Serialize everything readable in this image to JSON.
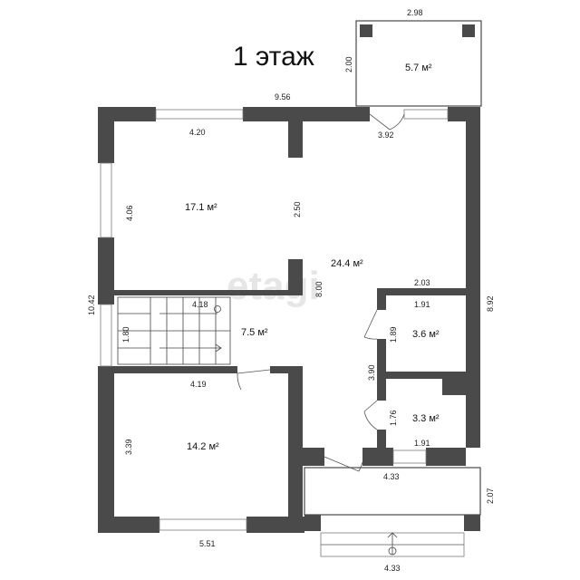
{
  "floor_title": "1 этаж",
  "watermark": "etagi",
  "rooms": [
    {
      "id": "balcony-top",
      "area": "5.7 м²"
    },
    {
      "id": "living",
      "area": "17.1 м²"
    },
    {
      "id": "hall",
      "area": "24.4 м²"
    },
    {
      "id": "stairs",
      "area": "7.5 м²"
    },
    {
      "id": "bath1",
      "area": "3.6 м²"
    },
    {
      "id": "bath2",
      "area": "3.3 м²"
    },
    {
      "id": "bedroom",
      "area": "14.2 м²"
    }
  ],
  "dimensions": {
    "balcony_width": "2.98",
    "balcony_depth": "2.00",
    "top_wall": "9.56",
    "living_window": "4.20",
    "door_right": "3.92",
    "living_height": "4.06",
    "partition": "2.50",
    "hall_length": "8.00",
    "bath_top_outer": "2.03",
    "bath_top_inner": "1.91",
    "bath_top_height": "1.89",
    "corridor_height": "3.90",
    "bath_low_height": "1.76",
    "bath_low_width": "1.91",
    "left_total": "10.42",
    "right_total": "8.92",
    "stair_width": "4.18",
    "stair_depth": "1.80",
    "bedroom_width": "4.19",
    "bedroom_height": "3.39",
    "porch_width": "4.33",
    "porch_depth": "2.07",
    "bottom_wall": "5.51",
    "porch_bottom": "4.33"
  }
}
